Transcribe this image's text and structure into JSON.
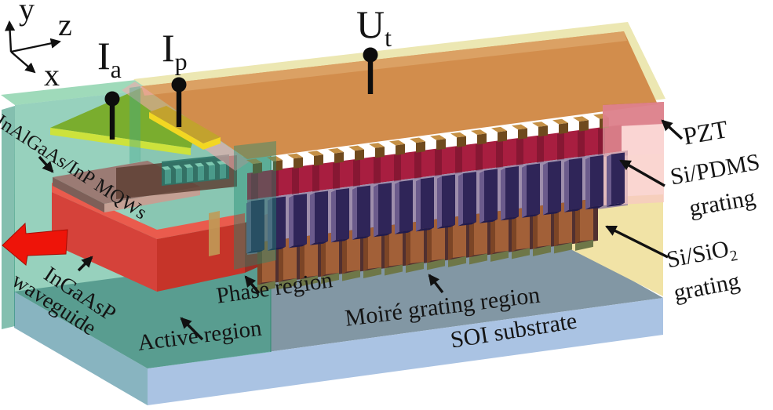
{
  "figure": {
    "description": "3D schematic of a hybrid tunable laser: III-V active/phase sections on an SOI substrate with a PZT-actuated Moire grating"
  },
  "axes": {
    "x": "x",
    "y": "y",
    "z": "z"
  },
  "electrodes": [
    {
      "symbol": "I",
      "subscript": "a"
    },
    {
      "symbol": "I",
      "subscript": "p"
    },
    {
      "symbol": "U",
      "subscript": "t"
    }
  ],
  "labels": {
    "pzt": "PZT",
    "si_pdms_line1": "Si/PDMS",
    "si_pdms_line2": "grating",
    "si_sio2_main": "Si/SiO",
    "si_sio2_sub": "2",
    "si_sio2_line2": "grating",
    "mqws": "InAlGaAs/InP MQWs",
    "waveguide_line1": "InGaAsP",
    "waveguide_line2": "waveguide",
    "phase": "Phase region",
    "active": "Active region",
    "moire": "Moiré grating region",
    "soi": "SOI substrate"
  },
  "palette": {
    "substrate_top": "#8297a4",
    "substrate_front": "#aac3e3",
    "substrate_left": "#9db7d0",
    "sio2_slab_yellow": "#f1e3a6",
    "chip_green": "#2fa47c",
    "chip_green_top": "#9ad8b6",
    "chip_green_dark": "#1f8a6d",
    "waveguide_red_top": "#ea5b4d",
    "waveguide_red_left": "#d5423a",
    "waveguide_red_front": "#c63429",
    "waveguide_red_side": "#9d2d24",
    "mqw_top": "#9b7b74",
    "mqw_front": "#c4a094",
    "mqw_left": "#7d5f58",
    "electrode_green": "#7aad2e",
    "electrode_green_edge": "#cde23c",
    "electrode_yellow": "#c2a22e",
    "electrode_yellow_edge": "#f2d722",
    "pzt_cream": "#ece7b2",
    "pzt_orange": "#d28d4c",
    "pzt_orange_light": "#dca367",
    "pzt_pink": "#f2a9ac",
    "crimson_band": "#a81e40",
    "crimson_dark": "#871733",
    "pdms_blue_front": "#2f2558",
    "pdms_blue_side": "#6b5b8c",
    "pdms_gap": "#8d7a9e",
    "sio2_brown_front": "#a26038",
    "sio2_brown_side": "#7c4526",
    "sio2_gap": "#513030",
    "olive_cap": "#6e7748",
    "teal_tint": "#1f8a72",
    "stair_teal": "#4a9a8a",
    "stair_teal_top": "#7cc8b0",
    "pin_black": "#0d0d0d",
    "arrow_black": "#111111",
    "output_arrow_red": "#ee1409"
  }
}
